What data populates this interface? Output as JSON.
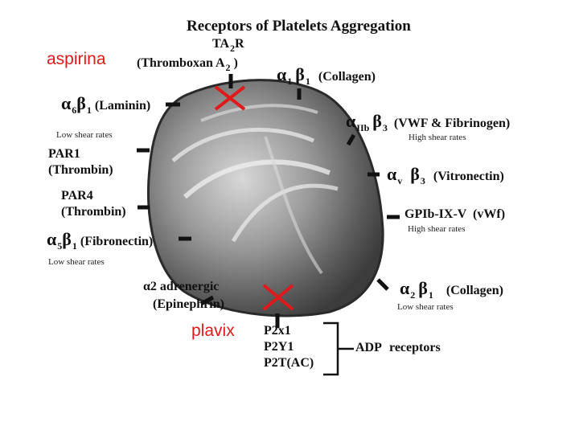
{
  "title": "Receptors of Platelets Aggregation",
  "annotations": {
    "aspirin": "aspirina",
    "plavix": "plavix"
  },
  "receptors": {
    "ta2r": {
      "line1": "TA",
      "sub1": "2",
      "line1b": "R",
      "paren_open": "(",
      "name": "Thromboxan A",
      "sub2": "2",
      "paren_close": ")"
    },
    "laminin": {
      "a": "α",
      "a_sub": "6",
      "b": "β",
      "b_sub": "1",
      "ligand": "(Laminin)",
      "note": "Low shear rates"
    },
    "par1": {
      "name": "PAR1",
      "ligand": "(Thrombin)"
    },
    "par4": {
      "name": "PAR4",
      "ligand": "(Thrombin)"
    },
    "fibronectin": {
      "a": "α",
      "a_sub": "5",
      "b": "β",
      "b_sub": "1",
      "ligand": "(Fibronectin)",
      "note": "Low shear rates"
    },
    "adrenergic": {
      "name": "α2 adrenergic",
      "ligand": "(Epinephrin)"
    },
    "collagen1": {
      "a": "α",
      "a_sub": "1",
      "b": "β",
      "b_sub": "1",
      "ligand": "(Collagen)"
    },
    "vwf_fib": {
      "a": "α",
      "a_sub": "IIb",
      "b": "β",
      "b_sub": "3",
      "ligand": "(VWF & Fibrinogen)",
      "note": "High shear rates"
    },
    "vitronectin": {
      "a": "α",
      "a_sub": "v",
      "b": "β",
      "b_sub": "3",
      "ligand": "(Vitronectin)"
    },
    "gpib": {
      "name": "GPIb-IX-V",
      "ligand": "(vWf)",
      "note": "High shear rates"
    },
    "collagen2": {
      "a": "α",
      "a_sub": "2",
      "b": "β",
      "b_sub": "1",
      "ligand": "(Collagen)",
      "note": "Low shear rates"
    },
    "adp": {
      "items": [
        "P2x1",
        "P2Y1",
        "P2T(AC)"
      ],
      "label": "ADP",
      "label2": "receptors"
    }
  },
  "colors": {
    "marker": "#e0191b",
    "line": "#111111"
  }
}
